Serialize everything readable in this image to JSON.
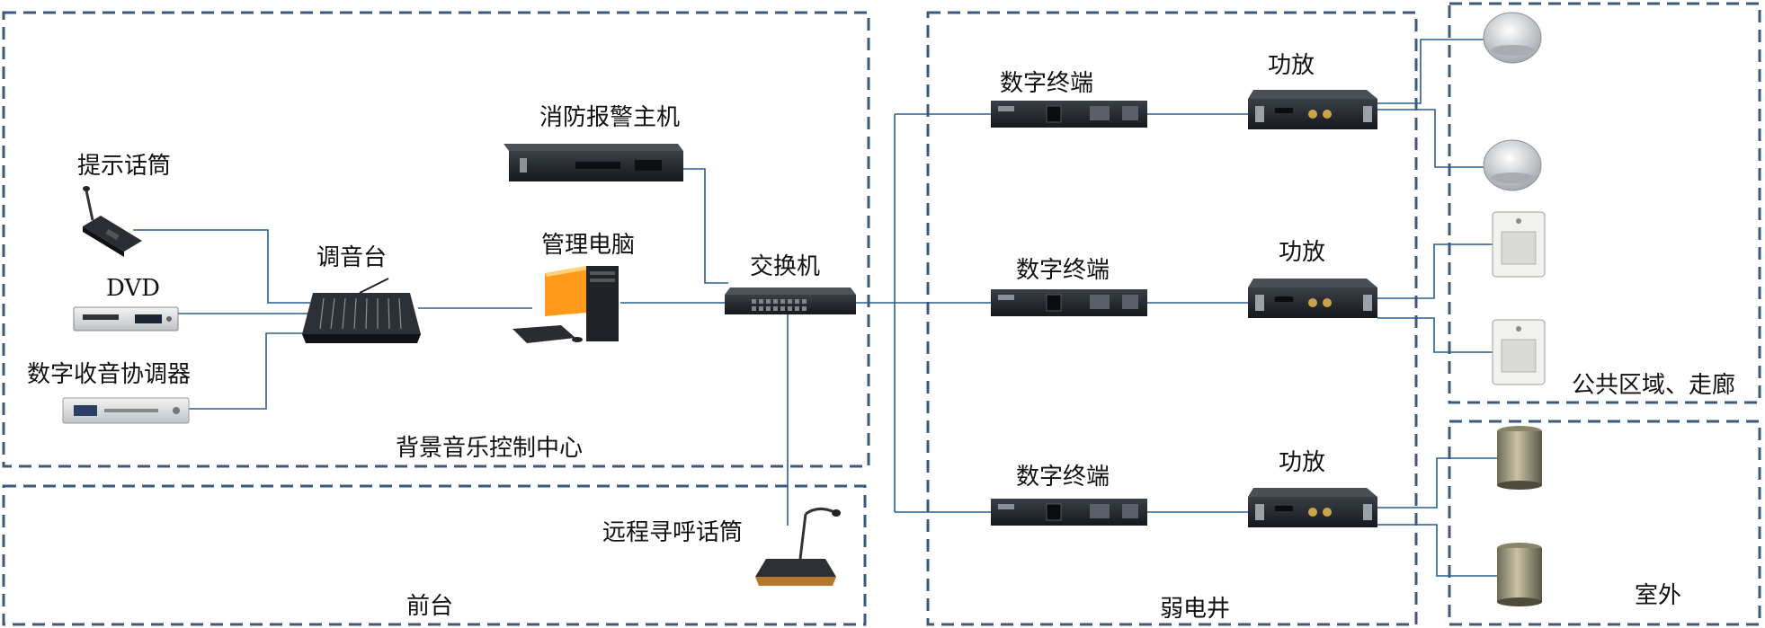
{
  "zones": {
    "control_center": "背景音乐控制中心",
    "front_desk": "前台",
    "weak_current_shaft": "弱电井",
    "public_area": "公共区域、走廊",
    "outdoor": "室外"
  },
  "devices": {
    "prompt_mic": "提示话筒",
    "dvd": "DVD",
    "tuner": "数字收音协调器",
    "mixer": "调音台",
    "fire_alarm": "消防报警主机",
    "pc": "管理电脑",
    "switch": "交换机",
    "remote_mic": "远程寻呼话筒",
    "terminal_1": "数字终端",
    "terminal_2": "数字终端",
    "terminal_3": "数字终端",
    "amp_1": "功放",
    "amp_2": "功放",
    "amp_3": "功放"
  },
  "colors": {
    "zone_border": "#3d5a7a",
    "wire": "#2a5d8f",
    "device_dark": "#1c1f24"
  }
}
